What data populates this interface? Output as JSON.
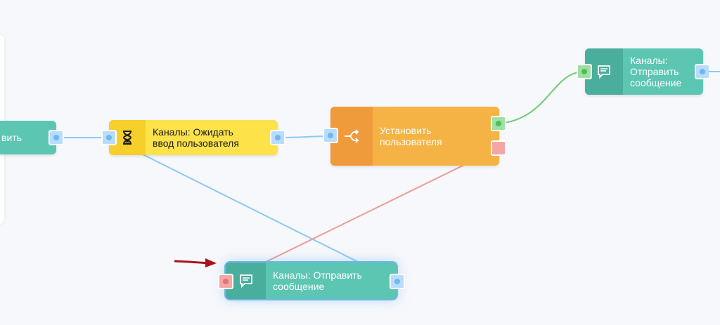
{
  "canvas": {
    "background": "#f7f8fb"
  },
  "nodes": {
    "partial": {
      "label": "вить"
    },
    "wait_input": {
      "label": "Каналы: Ожидать\nввод пользователя",
      "icon": "hourglass-icon"
    },
    "set_user": {
      "label": "Установить\nпользователя",
      "icon": "branch-arrows-icon"
    },
    "send_top": {
      "label": "Каналы:\nОтправить\nсообщение",
      "icon": "chat-bubble-icon"
    },
    "send_bottom": {
      "label": "Каналы: Отправить\nсообщение",
      "icon": "chat-bubble-icon",
      "selected": true
    }
  },
  "colors": {
    "teal": "#5cc6b3",
    "yellow": "#fde24a",
    "orange": "#f4b344",
    "link_blue": "#8cc9f3",
    "link_green": "#6fcd74",
    "link_red": "#ee9a96",
    "pointer_arrow": "#a8141a"
  },
  "annotations": {
    "pointer_arrow": "red-arrow-icon"
  }
}
